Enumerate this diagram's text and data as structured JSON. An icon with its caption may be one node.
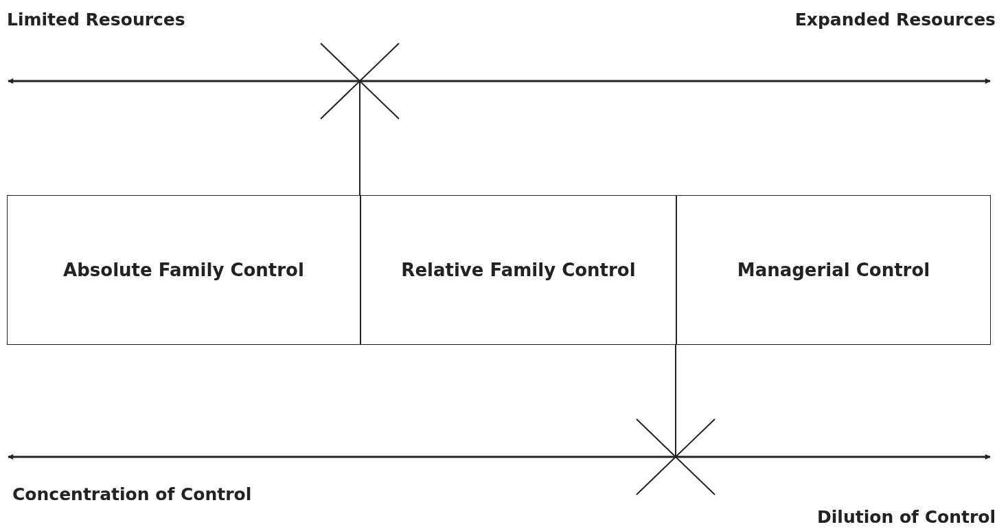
{
  "diagram": {
    "nodes": [
      {
        "text": [
          "Absolute Family Control"
        ]
      },
      {
        "text": [
          "Relative Family Control"
        ]
      },
      {
        "text": [
          "Managerial Control"
        ]
      }
    ],
    "labels": [
      "Limited Resources",
      "Expanded Resources",
      "Concentration of Control",
      "Dilution of Control"
    ]
  }
}
